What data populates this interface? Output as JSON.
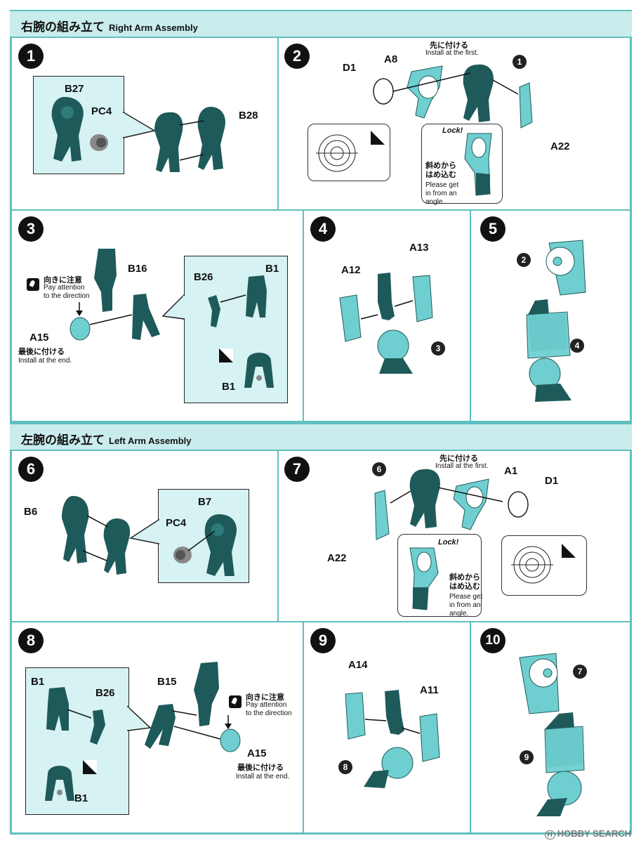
{
  "right_section": {
    "title_jp": "右腕の組み立て",
    "title_en": "Right Arm Assembly"
  },
  "left_section": {
    "title_jp": "左腕の組み立て",
    "title_en": "Left Arm Assembly"
  },
  "steps": {
    "s1": {
      "num": "1",
      "parts": [
        "B27",
        "PC4",
        "B28"
      ]
    },
    "s2": {
      "num": "2",
      "parts": [
        "D1",
        "A8",
        "A22"
      ],
      "ref": "1",
      "note_jp": "先に付ける",
      "note_en": "Install at the first.",
      "lock": "Lock!",
      "tilt_jp": "斜めから\nはめ込む",
      "tilt_en": "Please get\nin from an\nangle."
    },
    "s3": {
      "num": "3",
      "parts": [
        "B16",
        "A15",
        "B26",
        "B1",
        "B1"
      ],
      "attn_jp": "向きに注意",
      "attn_en": "Pay attention\nto the direction",
      "last_jp": "最後に付ける",
      "last_en": "Install at the end."
    },
    "s4": {
      "num": "4",
      "parts": [
        "A12",
        "A13"
      ],
      "ref": "3"
    },
    "s5": {
      "num": "5",
      "refs": [
        "2",
        "4"
      ]
    },
    "s6": {
      "num": "6",
      "parts": [
        "B6",
        "B7",
        "PC4"
      ]
    },
    "s7": {
      "num": "7",
      "parts": [
        "A1",
        "D1",
        "A22"
      ],
      "ref": "6",
      "note_jp": "先に付ける",
      "note_en": "Install at the first.",
      "lock": "Lock!",
      "tilt_jp": "斜めから\nはめ込む",
      "tilt_en": "Please get\nin from an\nangle."
    },
    "s8": {
      "num": "8",
      "parts": [
        "B1",
        "B26",
        "B15",
        "A15",
        "B1"
      ],
      "attn_jp": "向きに注意",
      "attn_en": "Pay attention\nto the direction",
      "last_jp": "最後に付ける",
      "last_en": "Install at the end."
    },
    "s9": {
      "num": "9",
      "parts": [
        "A14",
        "A11"
      ],
      "ref": "8"
    },
    "s10": {
      "num": "10",
      "refs": [
        "7",
        "9"
      ]
    }
  },
  "watermark": {
    "mark": "H",
    "text": "HOBBY SEARCH"
  },
  "colors": {
    "frame": "#5fc0c0",
    "header_bg": "#c9ecec",
    "dark_part": "#1f5a5a",
    "light_part": "#6fcfd0",
    "callout_bg": "#d6f2f2"
  }
}
